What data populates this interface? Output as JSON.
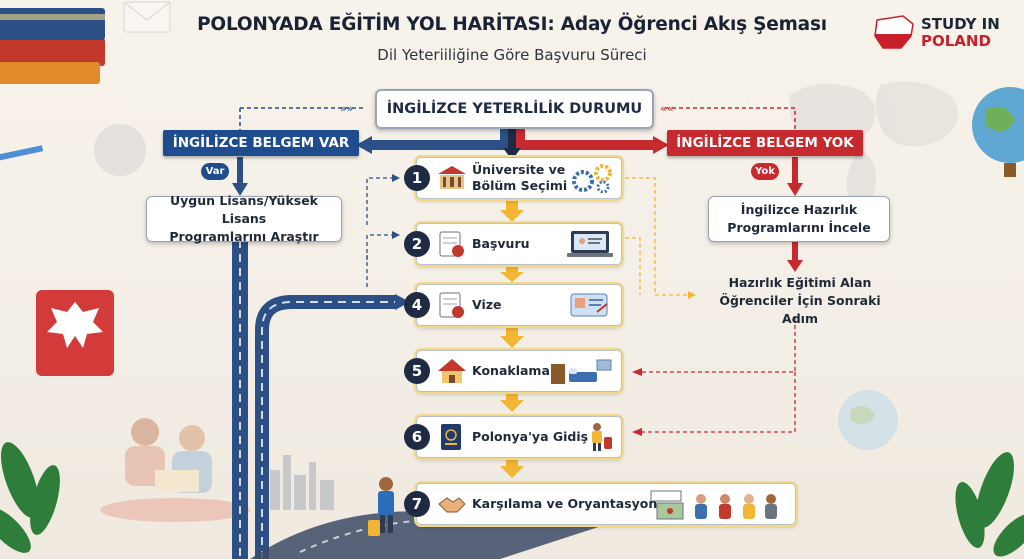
{
  "header": {
    "title": "POLONYADA EĞİTİM YOL HARİTASI: Aday Öğrenci Akış Şeması",
    "subtitle": "Dil Yeteriiliğine Göre Başvuru Süreci"
  },
  "brand": {
    "line1": "STUDY IN",
    "line2": "POLAND"
  },
  "flow": {
    "top": "İNGİLİZCE YETERLİLİK DURUMU",
    "left": {
      "tag": "İNGİLİZCE BELGEM VAR",
      "badge": "Var",
      "box_line1": "Uygun Lisans/Yüksek Lisans",
      "box_line2": "Programlarını Araştır"
    },
    "right": {
      "tag": "İNGİLİZCE BELGEM YOK",
      "badge": "Yok",
      "box_line1": "İngilizce Hazırlık",
      "box_line2": "Programlarını İncele",
      "note_line1": "Hazırlık Eğitimi Alan",
      "note_line2": "Öğrenciler İçin Sonraki Adım"
    },
    "steps": [
      {
        "num": "1",
        "line1": "Üniversite ve",
        "line2": "Bölüm Seçimi",
        "icon": "university-icon"
      },
      {
        "num": "2",
        "line1": "Başvuru",
        "line2": "",
        "icon": "application-form-icon"
      },
      {
        "num": "4",
        "line1": "Vize",
        "line2": "",
        "icon": "visa-document-icon"
      },
      {
        "num": "5",
        "line1": "Konaklama",
        "line2": "",
        "icon": "house-icon"
      },
      {
        "num": "6",
        "line1": "Polonya'ya Gidiş",
        "line2": "",
        "icon": "passport-icon"
      },
      {
        "num": "7",
        "line1": "Karşılama ve Oryantasyon",
        "line2": "",
        "icon": "handshake-icon"
      }
    ]
  },
  "colors": {
    "navy": "#1f4b8f",
    "red": "#c72a2e",
    "gold": "#f2b534",
    "dark": "#1f2a44"
  }
}
